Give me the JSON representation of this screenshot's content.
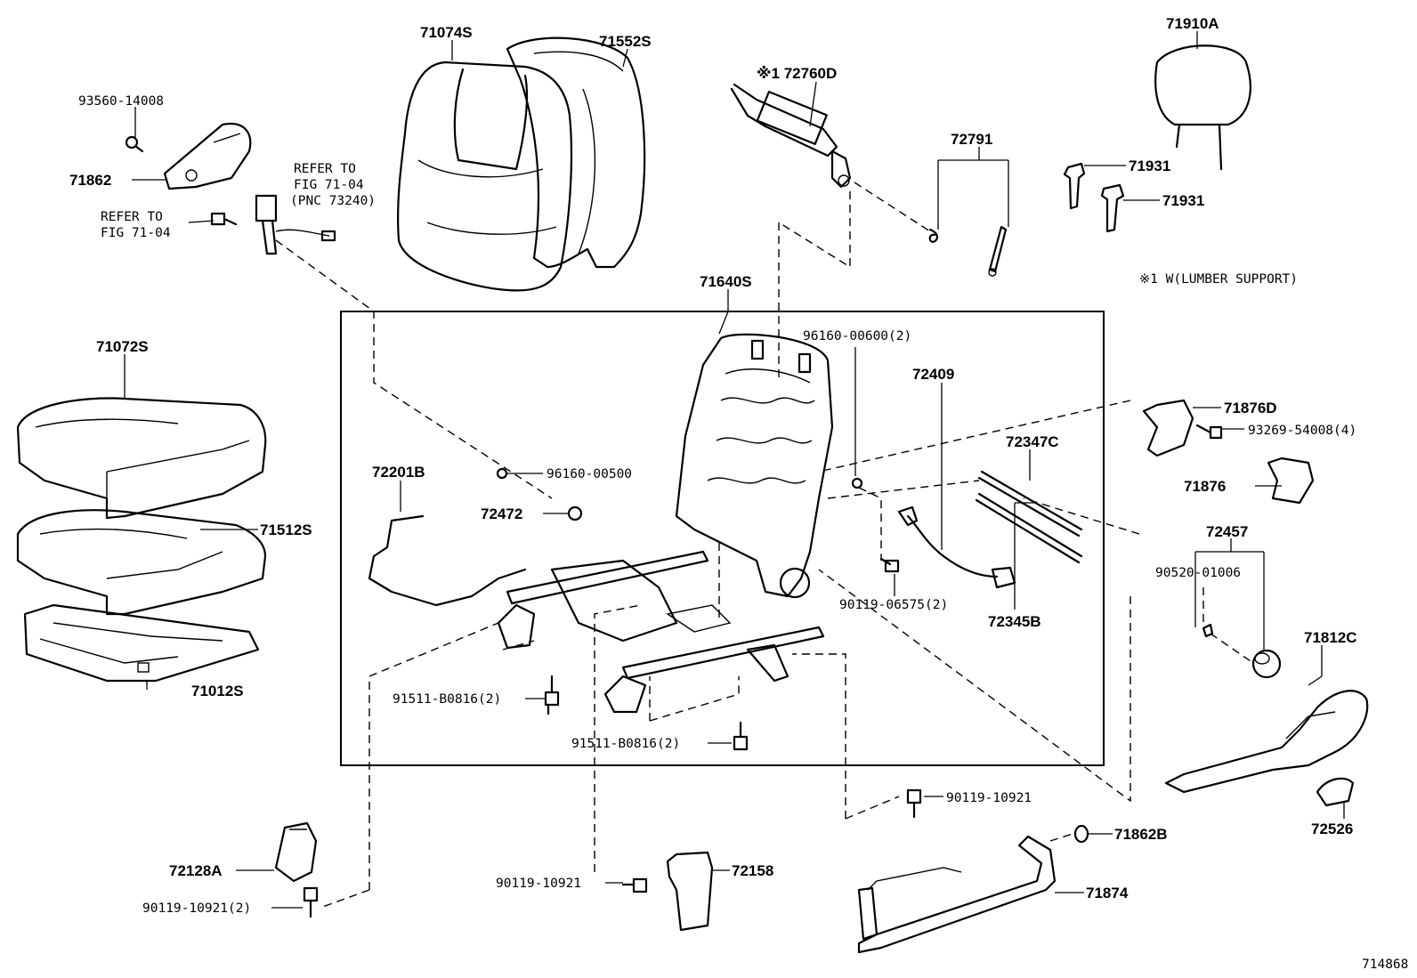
{
  "diagram_id": "714868",
  "note": "※1 W(LUMBER SUPPORT)",
  "labels": {
    "p71074S": "71074S",
    "p71552S": "71552S",
    "p72760D": "※1 72760D",
    "p71910A": "71910A",
    "p93560": "93560-14008",
    "p71862": "71862",
    "refer1_line1": "REFER TO",
    "refer1_line2": "FIG 71-04",
    "refer1_line3": "(PNC 73240)",
    "refer2_line1": "REFER TO",
    "refer2_line2": "FIG 71-04",
    "p72791": "72791",
    "p71931a": "71931",
    "p71931b": "71931",
    "p71640S": "71640S",
    "p71072S": "71072S",
    "p96160_00600": "96160-00600(2)",
    "p72409": "72409",
    "p71876D": "71876D",
    "p93269": "93269-54008(4)",
    "p72347C": "72347C",
    "p72201B": "72201B",
    "p96160_00500": "96160-00500",
    "p71876": "71876",
    "p72472": "72472",
    "p71512S": "71512S",
    "p72457": "72457",
    "p90520": "90520-01006",
    "p90119_06575": "90119-06575(2)",
    "p72345B": "72345B",
    "p71812C": "71812C",
    "p71012S": "71012S",
    "p91511a": "91511-B0816(2)",
    "p91511b": "91511-B0816(2)",
    "p90119_10921a": "90119-10921",
    "p72526": "72526",
    "p71862B": "71862B",
    "p72128A": "72128A",
    "p72158": "72158",
    "p90119_10921b": "90119-10921",
    "p71874": "71874",
    "p90119_10921c": "90119-10921(2)"
  }
}
